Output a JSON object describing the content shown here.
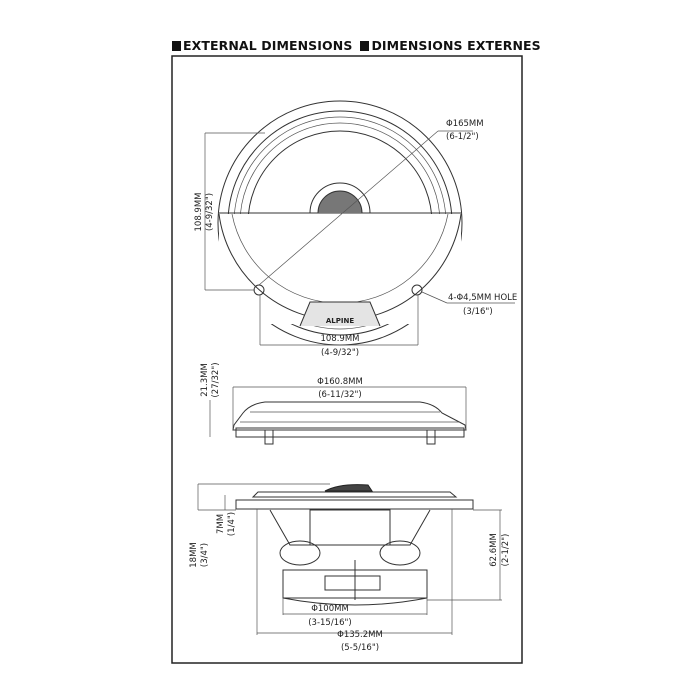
{
  "header": {
    "title_en": "EXTERNAL DIMENSIONS",
    "title_fr": "DIMENSIONS EXTERNES"
  },
  "top_view": {
    "diameter_mm": "Φ165MM",
    "diameter_in": "(6-1/2\")",
    "height_mm": "108.9MM",
    "height_in": "(4-9/32\")",
    "width_mm": "108.9MM",
    "width_in": "(4-9/32\")",
    "hole_mm": "4-Φ4,5MM HOLE",
    "hole_in": "(3/16\")",
    "logo": "ALPINE"
  },
  "grille_side_view": {
    "height_mm": "21.3MM",
    "height_in": "(27/32\")",
    "diameter_mm": "Φ160.8MM",
    "diameter_in": "(6-11/32\")"
  },
  "speaker_side_view": {
    "overall_mm": "18MM",
    "overall_in": "(3/4\")",
    "flange_mm": "7MM",
    "flange_in": "(1/4\")",
    "depth_mm": "62.6MM",
    "depth_in": "(2-1/2\")",
    "magnet_mm": "Φ100MM",
    "magnet_in": "(3-15/16\")",
    "basket_mm": "Φ135.2MM",
    "basket_in": "(5-5/16\")"
  }
}
